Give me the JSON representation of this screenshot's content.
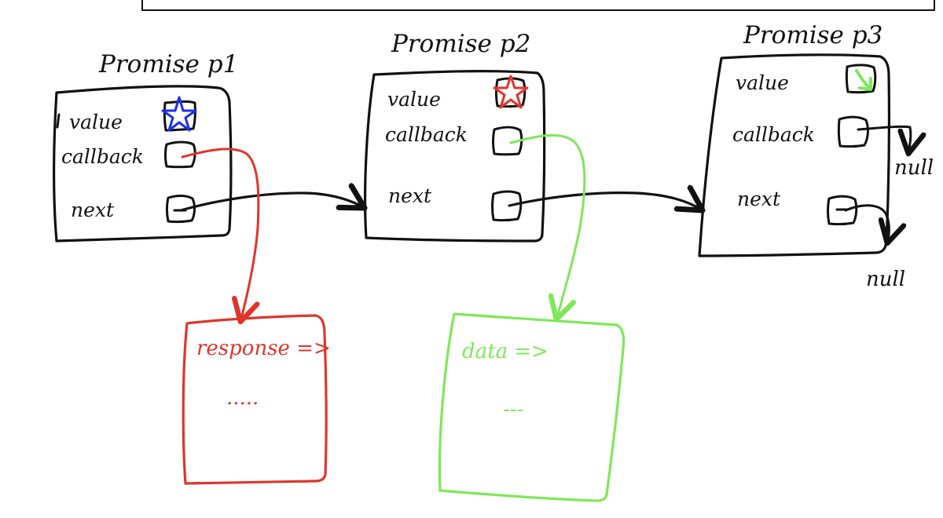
{
  "colors": {
    "ink": "#111111",
    "red": "#e0352b",
    "green": "#7ee85a",
    "blue": "#1b2ff0"
  },
  "promises": [
    {
      "title": "Promise p1",
      "fields": [
        "value",
        "callback",
        "next"
      ],
      "value_mark": "blue-star"
    },
    {
      "title": "Promise p2",
      "fields": [
        "value",
        "callback",
        "next"
      ],
      "value_mark": "red-star"
    },
    {
      "title": "Promise p3",
      "fields": [
        "value",
        "callback",
        "next"
      ],
      "value_mark": "green-check"
    }
  ],
  "null_labels": [
    "null",
    "null"
  ],
  "callbacks": [
    {
      "header": "response =>",
      "body": "....."
    },
    {
      "header": "data =>",
      "body": "---"
    }
  ]
}
